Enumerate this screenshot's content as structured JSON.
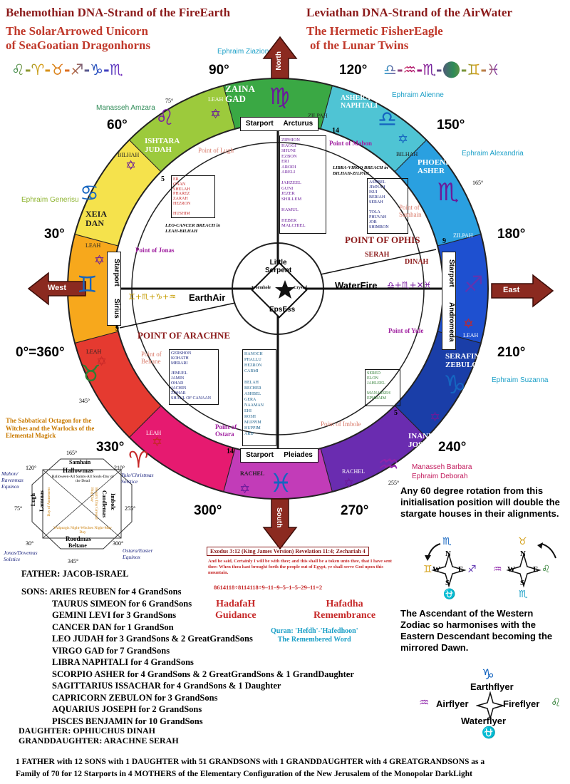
{
  "titles": {
    "left1": "Behemothian DNA-Strand of the FireEarth",
    "left2": "The SolarArrowed Unicorn",
    "left3": "of  SeaGoatian Dragonhorns",
    "right1": "Leviathan DNA-Strand of the AirWater",
    "right2": "The Hermetic FisherEagle",
    "right3": "of the Lunar Twins",
    "left_glyphs": "♌-♈-♉-♐-♑-♏",
    "right_glyphs": "♎-♒-♏-⛎-♊-♓"
  },
  "degrees": {
    "d90": "90°",
    "d120": "120°",
    "d60": "60°",
    "d150": "150°",
    "d30": "30°",
    "d180": "180°",
    "d0": "0°=360°",
    "d210": "210°",
    "d330": "330°",
    "d240": "240°",
    "d300": "300°",
    "d270": "270°"
  },
  "small_degrees": {
    "d75": "75°",
    "d165": "165°",
    "d345": "345°",
    "d255": "255°"
  },
  "ephraim": {
    "ziazion": "Ephraim Ziazion",
    "alienne": "Ephraim Alienne",
    "amzara": "Manasseh Amzara",
    "alexandria": "Ephraim Alexandria",
    "generisu": "Ephraim Generisu",
    "suzanna": "Ephraim Suzanna",
    "barbara": "Manasseh Barbara",
    "deborah": "Ephraim Deborah"
  },
  "compass": {
    "north": "North",
    "south": "South",
    "east": "East",
    "west": "West"
  },
  "houses": {
    "zaina": "ZAINA",
    "gad": "GAD",
    "ashera": "ASHERA",
    "naphtali": "NAPHTALI",
    "ishtara": "ISHTARA",
    "judah": "JUDAH",
    "phoenix": "PHOENIX",
    "asher": "ASHER",
    "xeia": "XEIA",
    "dan": "DAN",
    "serafina": "SERAFINA",
    "zebulon": "ZEBULON",
    "inanna": "INANNA",
    "joseph": "JOSEPH",
    "rachel": "RACHEL",
    "leah": "LEAH",
    "bilhah": "BILHAH",
    "zilpah": "ZILPAH"
  },
  "starports": {
    "arcturus_a": "Starport",
    "arcturus_b": "Arcturus",
    "pleiades_a": "Starport",
    "pleiades_b": "Pleiades",
    "sirius_a": "Starport",
    "sirius_b": "Sirius",
    "andromeda_a": "Starport",
    "andromeda_b": "Andromeda"
  },
  "points": {
    "lugh": "Point of Lugh",
    "mabon": "Point of Mabon",
    "jonas": "Point of Jonas",
    "samhain": "Point of Samhain",
    "beltane": "Point of Beltane",
    "yule": "Point of Yule",
    "ostara": "Point of Ostara",
    "imbole": "Point of Imbole",
    "ophis": "POINT OF OPHIS",
    "arachne": "POINT OF ARACHNE"
  },
  "center": {
    "little": "Little",
    "serpent": "Serpent",
    "wormhole": "Wormhole",
    "crystal": "Crystal",
    "epsess": "EpsEss",
    "waterfire": "WaterFire",
    "waterfire_glyphs": "♎+♏+✕♓",
    "earthair": "EarthAir",
    "earthair_glyphs": "♊+♏+♑+♒",
    "serah": "SERAH",
    "dinah": "DINAH"
  },
  "breaches": {
    "leo": "LEO-CANCER BREACH in LEAH-BILHAH",
    "libra": "LIBRA-VIRGO BREACH in BILHAH-ZILPAH"
  },
  "num_labels": {
    "n14a": "14",
    "n14b": "14",
    "n5a": "5",
    "n5b": "5",
    "n9a": "9",
    "n9b": "9"
  },
  "name_boxes": {
    "top": [
      "ZIPHION",
      "HAGGI",
      "SHUNI",
      "EZBON",
      "ERI",
      "ARODI",
      "ARELI",
      "",
      "JAHZEEL",
      "GUNI",
      "JEZER",
      "SHILLEM",
      "",
      "HAMUL",
      "",
      "HEBER",
      "MALCHIEL"
    ],
    "leftupper": [
      "ER",
      "ONAN",
      "SHELAH",
      "PHAREZ",
      "ZARAH",
      "HEZRON",
      "",
      "HUSHIM"
    ],
    "rightupper": [
      "ASHBEL",
      "JIMNAH",
      "ISUI",
      "BERIAH",
      "SERAH",
      "",
      "TOLA",
      "PHUVAH",
      "JOB",
      "SHIMRON"
    ],
    "leftlower": [
      "GERSHON",
      "KOHATH",
      "MERARI",
      "",
      "JEMUEL",
      "JAMIN",
      "OHAD",
      "JACHIN",
      "ZOHAR",
      "SHAUL OF CANAAN"
    ],
    "bottom": [
      "HANOCH",
      "PHALLU",
      "HEZRON",
      "CARMI",
      "",
      "BELAH",
      "BECHER",
      "ASHBEL",
      "GERA",
      "NAAMAN",
      "EHI",
      "ROSH",
      "MUPPIM",
      "HUPPIM",
      "ARD"
    ],
    "rightlower": [
      "SERED",
      "ELON",
      "JAHLEEL",
      "",
      "MANASSEH",
      "EPHRAIM"
    ]
  },
  "octagon": {
    "title": "The Sabbatical Octagon for the Witches and the Warlocks of the Elemental Magick",
    "samhain": "Samhain",
    "hallowmas": "Hallowmas",
    "hallow_sub": "Halloween-All Saints-All Souls-Day of the Dead",
    "walpurgis": "Walpurgis Night-Witches Night-May Day",
    "roodmas": "Roodmas",
    "beltane": "Beltane",
    "lugh": "Lugh",
    "lammas": "Lammas",
    "lammas_sub": "Day of Atonement",
    "candlemas": "Candlemas",
    "imbolc": "Imbolc",
    "brigid": "Brigit's Day Ground Hog Day",
    "mabon": "Mabon/ Ravenmas Equinox",
    "yule": "Yule/Christmas Solstice",
    "jonas": "Jonas/Dovemas Solstice",
    "ostara": "Ostara/Easter Equinox",
    "d165": "165°",
    "d120": "120°",
    "d210": "210°",
    "d75": "75°",
    "d255": "255°",
    "d30": "30°",
    "d300": "300°",
    "d345": "345°"
  },
  "scripture": {
    "ref": "Exodus 3:12 (King James Version)  Revelation 11:4; Zechariah 4",
    "text": "And he said, Certainly I will be with thee; and this shall be a token unto thee, that I have sent thee: When thou hast brought forth the people out of Egypt, ye shall serve God upon this mountain.",
    "numbers": "8614118÷8114118÷9–11–9–5–1–5–29–11=2",
    "hadafah1": "HadafaH",
    "hadafah2": "Guidance",
    "hafadha1": "Hafadha",
    "hafadha2": "Remembrance",
    "quran1": "Quran: 'Hefdh'-'Hafedhoon'",
    "quran2": "The Remembered Word"
  },
  "rotation_note": "Any 60 degree rotation from this initialisation position will double the stargate houses in their alignments.",
  "mini_compass": {
    "n": "N",
    "s": "S",
    "e": "E",
    "w": "W",
    "g_left_top": "♏",
    "g_left_left": "♊",
    "g_left_right": "♐",
    "g_left_bottom": "⛎",
    "g_right_top": "♉",
    "g_right_left": "♒",
    "g_right_right": "♌",
    "g_right_bottom": "♏"
  },
  "ascendant_note": "The Ascendant of the Western Zodiac so harmonises with the Eastern Descendant becoming the mirrored Dawn.",
  "flyers": {
    "earth": "Earthflyer",
    "air": "Airflyer",
    "fire": "Fireflyer",
    "water": "Waterflyer",
    "g_earth": "♑",
    "g_air": "♒",
    "g_fire": "♌",
    "g_water": "⛎"
  },
  "family": {
    "father": "FATHER:  JACOB-ISRAEL",
    "sons": [
      "SONS: ARIES REUBEN  for 4 GrandSons",
      "TAURUS SIMEON for 6 GrandSons",
      "GEMINI LEVI  for 3 GrandSons",
      "CANCER DAN  for 1 GrandSon",
      "LEO JUDAH for 3 GrandSons & 2 GreatGrandSons",
      "VIRGO GAD  for 7 GrandSons",
      "LIBRA NAPHTALI  for 4 GrandSons",
      "SCORPIO ASHER  for 4 GrandSons & 2 GreatGrandSons & 1 GrandDaughter",
      "SAGITTARIUS ISSACHAR  for 4 GrandSons & 1 Daughter",
      "CAPRICORN ZEBULON  for 3 GrandSons",
      "AQUARIUS JOSEPH  for 2 GrandSons",
      "PISCES BENJAMIN  for 10 GrandSons"
    ],
    "daughter": "DAUGHTER:  OPHIUCHUS DINAH",
    "granddaughter": "GRANDDAUGHTER:  ARACHNE SERAH",
    "footer1": "1 FATHER with 12 SONS with 1 DAUGHTER with 51 GRANDSONS with  1 GRANDDAUGHTER with 4 GREATGRANDSONS  as  a",
    "footer2": "Family of 70 for 12 Starports in 4 MOTHERS of the Elementary Configuration  of the New Jerusalem of the Monopolar DarkLight"
  }
}
